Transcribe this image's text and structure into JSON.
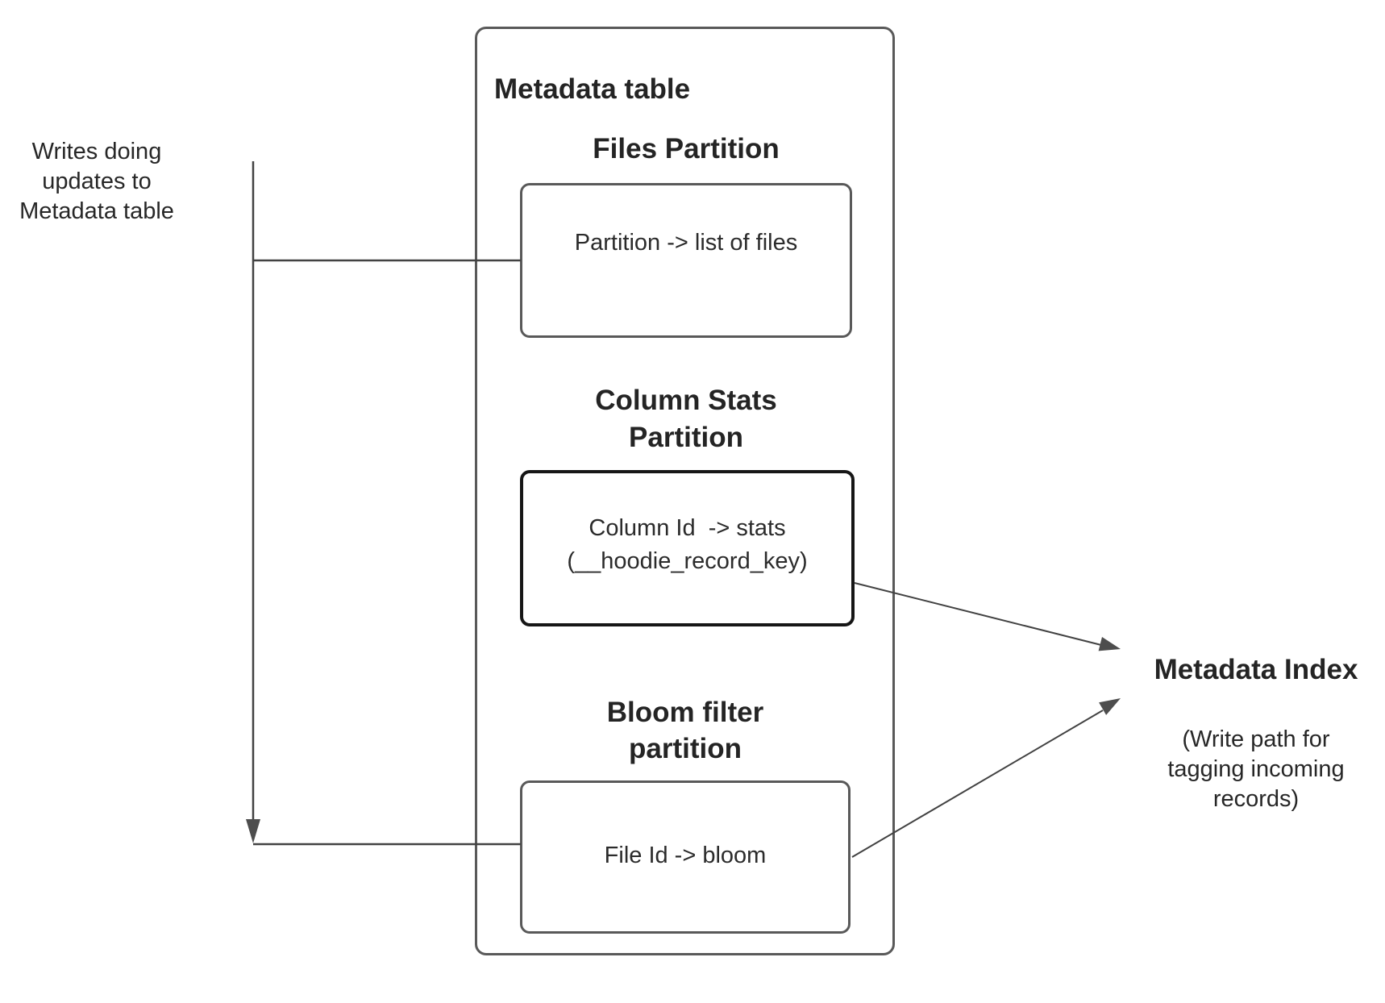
{
  "diagram": {
    "left_note": "Writes doing\nupdates to\nMetadata table",
    "metadata_table": {
      "title": "Metadata table",
      "files_partition": {
        "title": "Files Partition",
        "value": "Partition -> list of files"
      },
      "column_stats_partition": {
        "title": "Column Stats\nPartition",
        "value": "Column Id  -> stats\n(__hoodie_record_key)"
      },
      "bloom_filter_partition": {
        "title": "Bloom filter\npartition",
        "value": "File Id -> bloom"
      }
    },
    "metadata_index": {
      "title": "Metadata Index",
      "subtitle": "(Write path for\ntagging incoming\nrecords)"
    },
    "colors": {
      "box_stroke": "#595959",
      "strong_box_stroke": "#161616",
      "connector_stroke": "#424242",
      "arrowhead_fill": "#4d4d4d",
      "text": "#262626",
      "background": "#ffffff"
    }
  }
}
